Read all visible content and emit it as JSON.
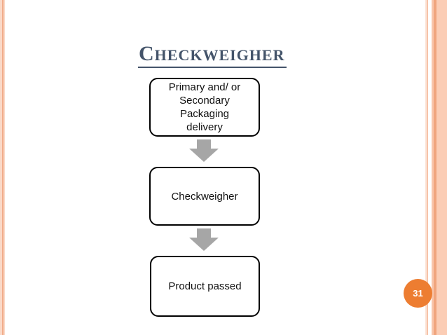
{
  "slide": {
    "title": {
      "initial": "C",
      "rest": "HECKWEIGHER"
    },
    "page_number": "31"
  },
  "flowchart": {
    "boxes": [
      {
        "label": "Primary and/ or\nSecondary\nPackaging\ndelivery"
      },
      {
        "label": "Checkweigher"
      },
      {
        "label": "Product passed"
      }
    ],
    "connectors": [
      {
        "type": "down-block-arrow"
      },
      {
        "type": "down-block-arrow"
      }
    ]
  },
  "colors": {
    "title_text": "#44546A",
    "title_underline": "#44546A",
    "box_border": "#000000",
    "box_fill": "#FFFFFF",
    "box_text": "#111111",
    "arrow_fill": "#A6A6A6",
    "page_badge_fill": "#ED7D31",
    "page_badge_text": "#FFFFFF",
    "stripe_light": "#FAD9C7",
    "stripe_medium": "#F6C3A8",
    "stripe_dark": "#F0A57E",
    "stripe_salmon": "#FBCDB5"
  }
}
